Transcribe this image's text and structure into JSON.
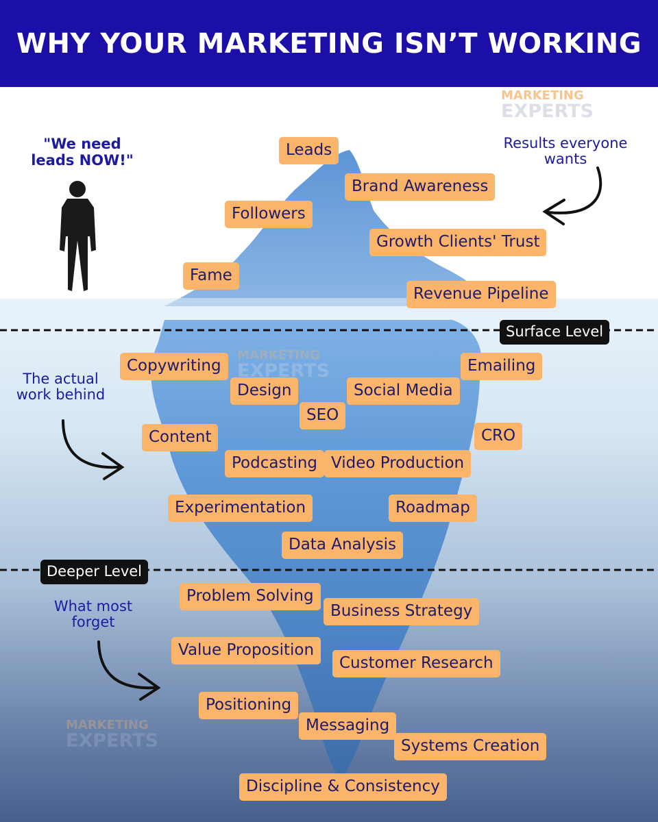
{
  "header": {
    "title": "WHY YOUR MARKETING ISN’T WORKING"
  },
  "watermark": {
    "line1": "MARKETING",
    "line2": "EXPERTS"
  },
  "quote": {
    "line1": "\"We need",
    "line2": "leads NOW!\""
  },
  "notes": {
    "top": {
      "line1": "Results everyone",
      "line2": "wants"
    },
    "middle": {
      "line1": "The actual",
      "line2": "work behind"
    },
    "bottom": {
      "line1": "What most",
      "line2": "forget"
    }
  },
  "levels": {
    "surface": "Surface Level",
    "deeper": "Deeper Level"
  },
  "tips": [
    "Leads",
    "Brand Awareness",
    "Followers",
    "Growth Clients' Trust",
    "Fame",
    "Revenue Pipeline"
  ],
  "work": [
    "Copywriting",
    "Emailing",
    "Design",
    "Social Media",
    "SEO",
    "Content",
    "CRO",
    "Podcasting",
    "Video Production",
    "Experimentation",
    "Roadmap",
    "Data Analysis"
  ],
  "deep": [
    "Problem Solving",
    "Business Strategy",
    "Value Proposition",
    "Customer Research",
    "Positioning",
    "Messaging",
    "Systems Creation",
    "Discipline & Consistency"
  ],
  "colors": {
    "header": "#1c0fa8",
    "tag": "#fbb56a",
    "tag_text": "#1f1a6b",
    "note_text": "#1c1aa0",
    "label_bg": "#111111"
  }
}
